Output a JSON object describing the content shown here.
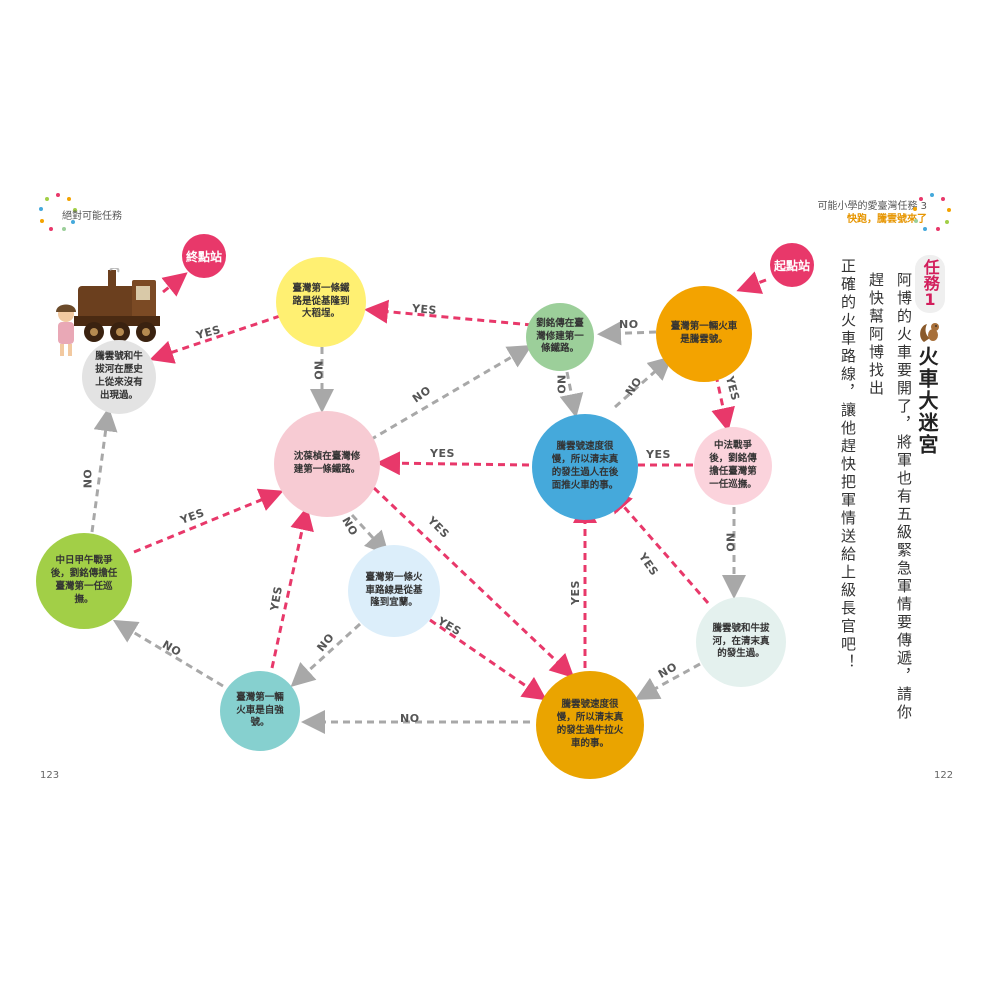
{
  "header": {
    "left_title": "絕對可能任務",
    "right_title": "可能小學的愛臺灣任務 3",
    "right_subtitle": "快跑，騰雲號來了"
  },
  "page_numbers": {
    "left": "123",
    "right": "122"
  },
  "mission": {
    "badge_label": "任務",
    "badge_number": "1",
    "title": "火車大迷宮",
    "body_col1": "阿博的火車要開了，將軍也有五級緊急軍情要傳遞，請你趕快幫阿博找出",
    "body_col2": "正確的火車路線，讓他趕快把軍情送給上級長官吧！"
  },
  "badges": {
    "start": "起點站",
    "end": "終點站"
  },
  "nodes": {
    "n1": "臺灣第一輛火車是騰雲號。",
    "n2": "中法戰爭後，劉銘傳擔任臺灣第一任巡撫。",
    "n3": "騰雲號和牛拔河，在清末真的發生過。",
    "n4": "騰雲號速度很慢，所以清末真的發生過人在後面推火車的事。",
    "n5": "劉銘傳在臺灣修建第一條鐵路。",
    "n6": "臺灣第一條鐵路是從基隆到大稻埕。",
    "n7": "沈葆楨在臺灣修建第一條鐵路。",
    "n8": "臺灣第一條火車路線是從基隆到宜蘭。",
    "n9": "騰雲號速度很慢，所以清末真的發生過牛拉火車的事。",
    "n10": "臺灣第一輛火車是自強號。",
    "n11": "中日甲午戰爭後，劉銘傳擔任臺灣第一任巡撫。",
    "n12": "騰雲號和牛拔河在歷史上從來沒有出現過。"
  },
  "edge_labels": {
    "yes": "YES",
    "no": "NO"
  },
  "colors": {
    "yes_arrow": "#e8386a",
    "no_arrow": "#a8a8a8",
    "orange": "#f3a300",
    "pink_light": "#fbd3dc",
    "mint": "#e4f1ee",
    "blue": "#45a9db",
    "green_sage": "#9ccf9a",
    "yellow": "#fff072",
    "pink": "#f7cbd3",
    "blue_light": "#dceefa",
    "gold": "#eaa400",
    "teal": "#86d0cf",
    "lime": "#a2cf47",
    "grey": "#e3e3e3"
  }
}
